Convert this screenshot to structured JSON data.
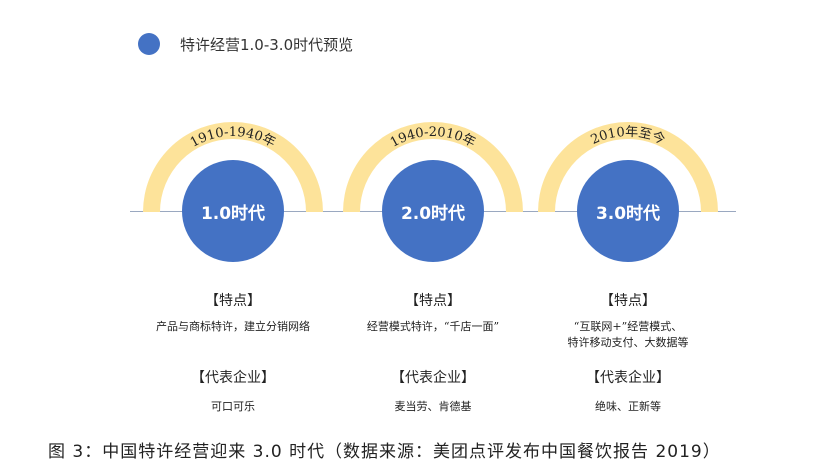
{
  "legend": {
    "label": "特许经营1.0-3.0时代预览",
    "color": "#4472c4"
  },
  "colors": {
    "circle": "#4472c4",
    "arc": "#fde39a",
    "line": "#9aa8c0"
  },
  "eras": [
    {
      "period": "1910-1940年",
      "name": "1.0时代",
      "features_title": "【特点】",
      "features": [
        "产品与商标特许，建立分销网络"
      ],
      "companies_title": "【代表企业】",
      "companies": "可口可乐"
    },
    {
      "period": "1940-2010年",
      "name": "2.0时代",
      "features_title": "【特点】",
      "features": [
        "经营模式特许，“千店一面”"
      ],
      "companies_title": "【代表企业】",
      "companies": "麦当劳、肯德基"
    },
    {
      "period": "2010年至今",
      "name": "3.0时代",
      "features_title": "【特点】",
      "features": [
        "“互联网+”经营模式、",
        "特许移动支付、大数据等"
      ],
      "companies_title": "【代表企业】",
      "companies": "绝味、正新等"
    }
  ],
  "caption": "图 3：中国特许经营迎来 3.0 时代（数据来源：美团点评发布中国餐饮报告 2019）"
}
